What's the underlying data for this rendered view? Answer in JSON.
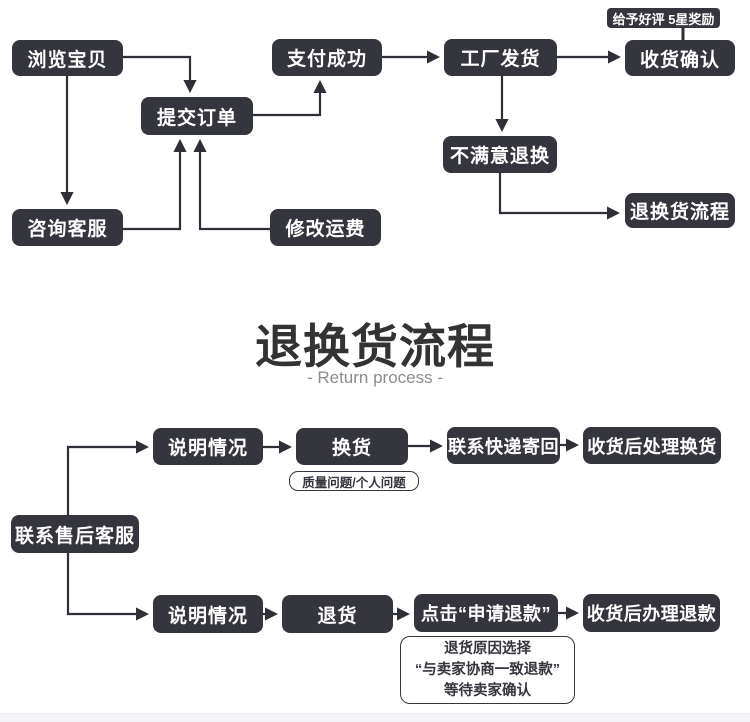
{
  "colors": {
    "box_bg": "#35353d",
    "box_text": "#ffffff",
    "line": "#2f2f38",
    "title_text": "#333336",
    "subtitle_text": "#8c8c8c",
    "footer_bg": "#f4f4f6"
  },
  "purchase_flow": {
    "nodes": {
      "browse": "浏览宝贝",
      "submit_order": "提交订单",
      "payment_success": "支付成功",
      "factory_ship": "工厂发货",
      "confirm_receipt": "收货确认",
      "consult_service": "咨询客服",
      "modify_shipping_fee": "修改运费",
      "unsatisfied_return": "不满意退换",
      "return_process": "退换货流程",
      "reward_tag": "给予好评 5星奖励"
    }
  },
  "section_title": {
    "main": "退换货流程",
    "subtitle": "- Return process -"
  },
  "return_flow": {
    "nodes": {
      "contact_after_sales": "联系售后客服",
      "explain_1": "说明情况",
      "exchange_goods": "换货",
      "courier_send_back": "联系快递寄回",
      "process_exchange_after_receipt": "收货后处理换货",
      "explain_2": "说明情况",
      "return_goods": "退货",
      "click_apply_refund": "点击“申请退款”",
      "process_refund_after_receipt": "收货后办理退款",
      "reason_pill": "质量问题/个人问题",
      "note_line_1": "退货原因选择",
      "note_line_2": "“与卖家协商一致退款”",
      "note_line_3": "等待卖家确认"
    }
  }
}
